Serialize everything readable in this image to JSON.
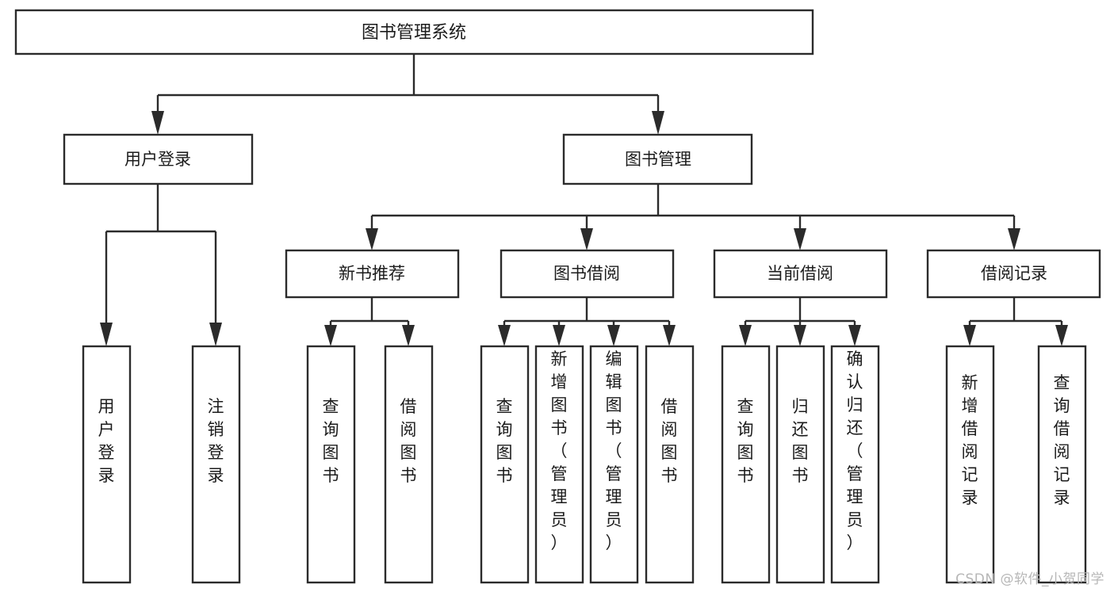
{
  "diagram": {
    "type": "tree-hierarchy",
    "orientation": "top-down",
    "title": "图书管理系统",
    "watermark": "CSDN @软件_小贺同学",
    "colors": {
      "stroke": "#2b2b2b",
      "fill": "#ffffff",
      "text": "#1b1b1b",
      "watermark": "#b7b7b7",
      "background": "#ffffff"
    },
    "levels": {
      "root": {
        "label": "图书管理系统"
      },
      "level2": [
        {
          "label": "用户登录"
        },
        {
          "label": "图书管理"
        }
      ],
      "level3": [
        {
          "label": "新书推荐"
        },
        {
          "label": "图书借阅"
        },
        {
          "label": "当前借阅"
        },
        {
          "label": "借阅记录"
        }
      ],
      "leaves": {
        "user_login": [
          {
            "label": "用户登录"
          },
          {
            "label": "注销登录"
          }
        ],
        "new_book_recommend": [
          {
            "label": "查询图书"
          },
          {
            "label": "借阅图书"
          }
        ],
        "book_borrow": [
          {
            "label": "查询图书"
          },
          {
            "label": "新增图书（管理员）"
          },
          {
            "label": "编辑图书（管理员）"
          },
          {
            "label": "借阅图书"
          }
        ],
        "current_borrow": [
          {
            "label": "查询图书"
          },
          {
            "label": "归还图书"
          },
          {
            "label": "确认归还（管理员）"
          }
        ],
        "borrow_record": [
          {
            "label": "新增借阅记录"
          },
          {
            "label": "查询借阅记录"
          }
        ]
      }
    }
  }
}
